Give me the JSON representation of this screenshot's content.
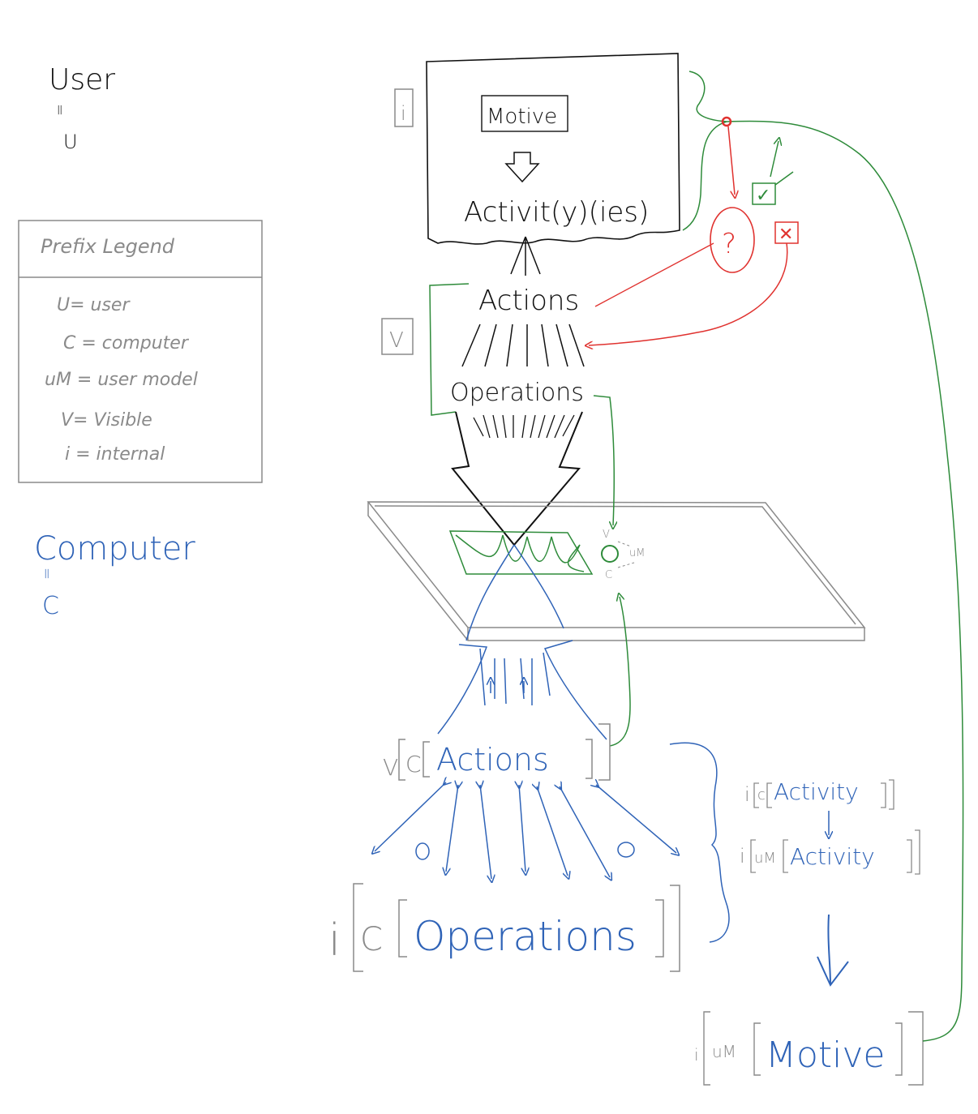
{
  "colors": {
    "ink": "#111111",
    "gray": "#8a8a8a",
    "blue": "#2f63b7",
    "green": "#2e8b3a",
    "red": "#e0322f"
  },
  "user_block": {
    "label": "User",
    "equals": "=",
    "abbrev": "U"
  },
  "computer_block": {
    "label": "Computer",
    "equals": "=",
    "abbrev": "C"
  },
  "legend": {
    "title": "Prefix Legend",
    "entries": [
      "U= user",
      "C = computer",
      "uM = user model",
      "V= Visible",
      "i = internal"
    ]
  },
  "activity_box": {
    "motive": "Motive",
    "activity": "Activit(y)(ies)",
    "side_tag": "i"
  },
  "visible_group": {
    "tag": "V",
    "actions": "Actions",
    "operations": "Operations"
  },
  "screen": {
    "v": "V",
    "um": "uM",
    "c": "C"
  },
  "computer_actions": {
    "prefix_v": "V",
    "prefix_c": "C",
    "text": "Actions"
  },
  "computer_operations": {
    "prefix_i": "i",
    "prefix_c": "C",
    "text": "Operations"
  },
  "activity_chain": {
    "c_activity_i": "i",
    "c_activity_c": "c",
    "c_activity": "Activity",
    "um_activity_i": "i",
    "um_activity_um": "uM",
    "um_activity": "Activity"
  },
  "motive_model": {
    "i": "i",
    "um": "uM",
    "text": "Motive"
  },
  "decision": {
    "question": "?",
    "check": "✓",
    "cross": "✕"
  }
}
